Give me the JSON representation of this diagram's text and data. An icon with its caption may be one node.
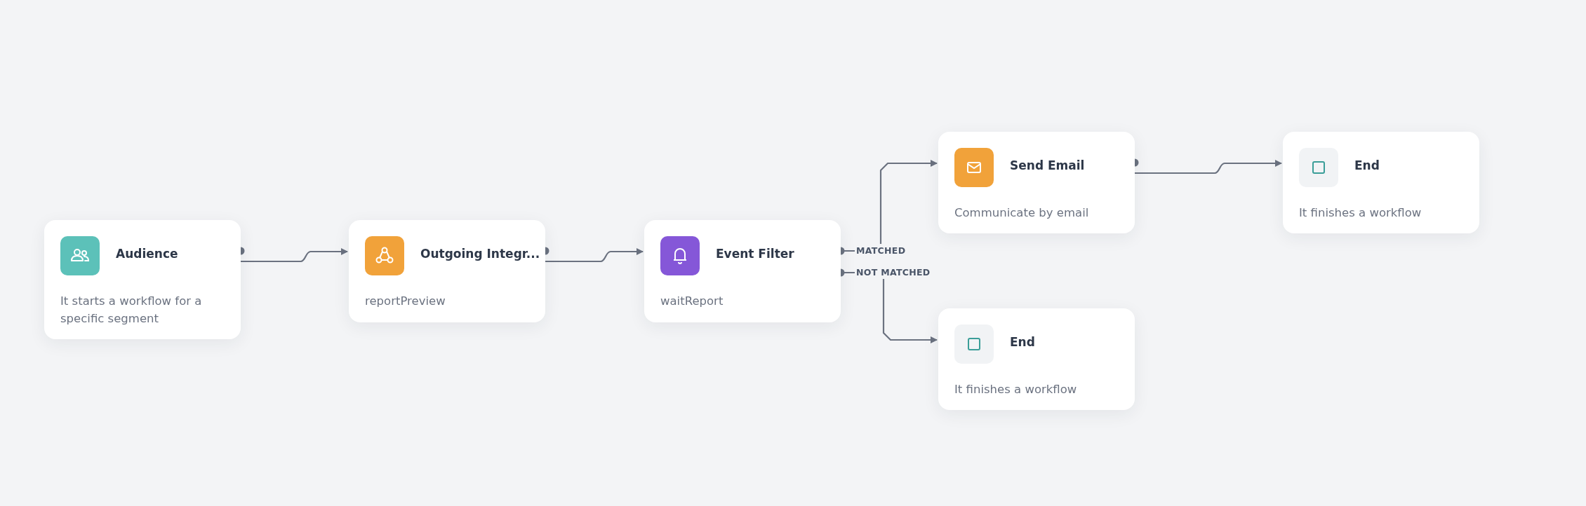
{
  "diagram": {
    "nodes": [
      {
        "text": [
          "Audience",
          "It starts a workflow for a specific segment"
        ]
      },
      {
        "text": [
          "Outgoing Integr...",
          "reportPreview"
        ]
      },
      {
        "text": [
          "Event Filter",
          "waitReport"
        ]
      },
      {
        "text": [
          "Send Email",
          "Communicate by email"
        ]
      },
      {
        "text": [
          "End",
          "It finishes a workflow"
        ]
      },
      {
        "text": [
          "End",
          "It finishes a workflow"
        ]
      }
    ],
    "edges": [
      {
        "from": 0,
        "to": 1,
        "arrow": "to"
      },
      {
        "from": 1,
        "to": 2,
        "arrow": "to"
      },
      {
        "from": 2,
        "to": 3,
        "arrow": "to",
        "label": "MATCHED"
      },
      {
        "from": 2,
        "to": 5,
        "arrow": "to",
        "label": "NOT MATCHED"
      },
      {
        "from": 3,
        "to": 4,
        "arrow": "to"
      }
    ]
  }
}
